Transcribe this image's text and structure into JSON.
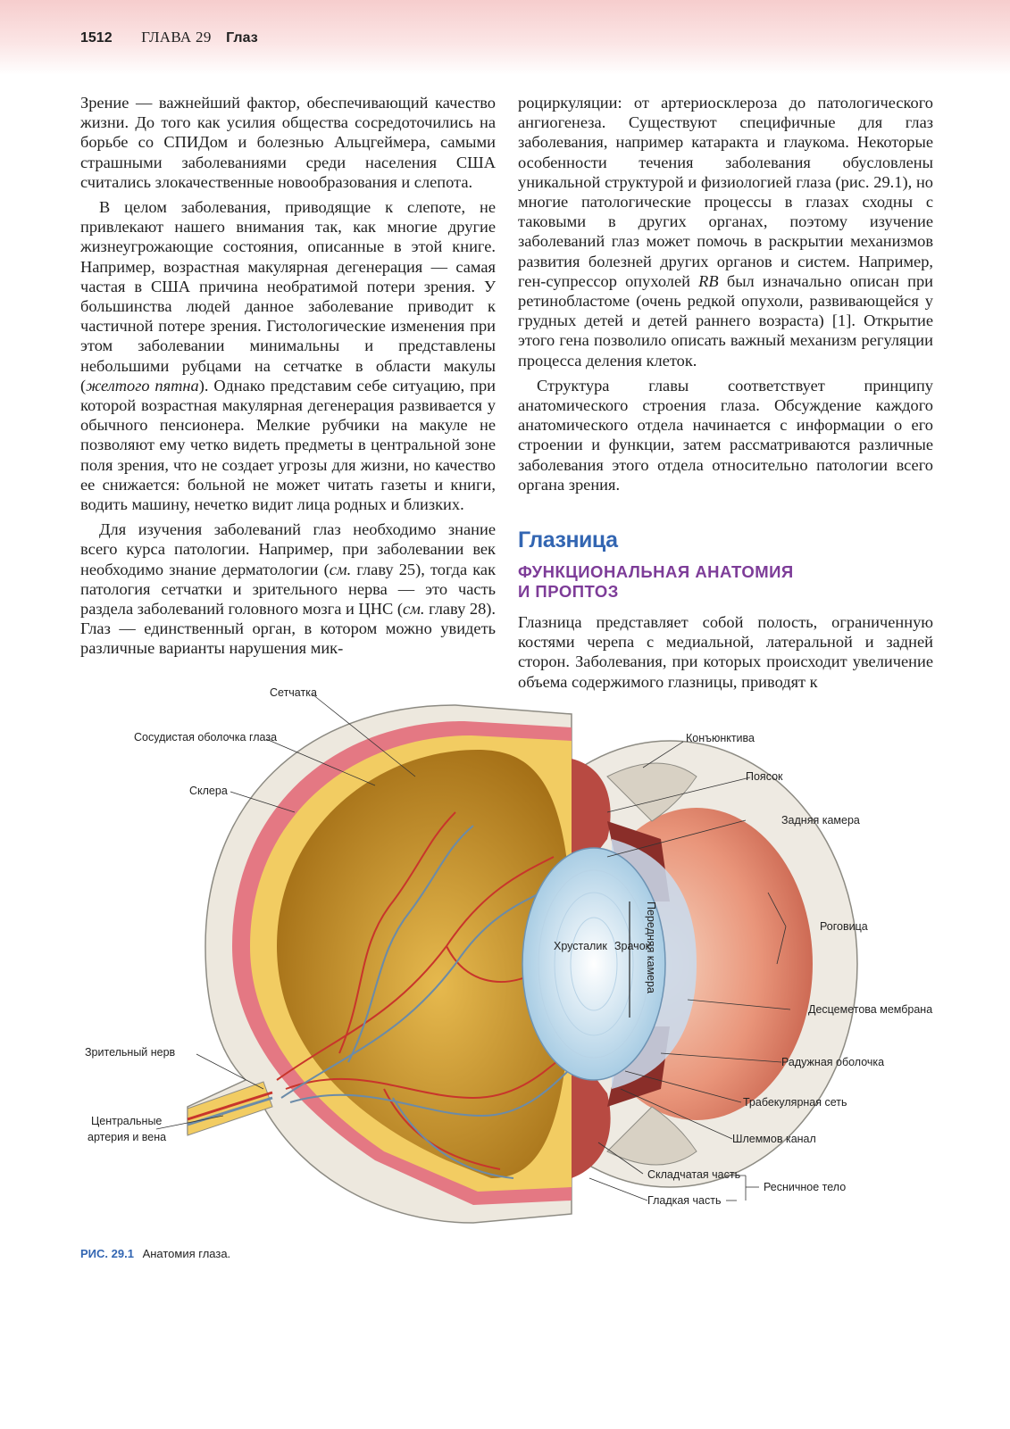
{
  "header": {
    "page_number": "1512",
    "chapter": "ГЛАВА 29",
    "chapter_name": "Глаз"
  },
  "left_column": {
    "p1": "Зрение — важнейший фактор, обеспечивающий качество жизни. До того как усилия общества сосредоточились на борьбе со СПИДом и болезнью Альцгеймера, самыми страшными заболеваниями среди населения США считались злокачественные новообразования и слепота.",
    "p2_a": "В целом заболевания, приводящие к слепоте, не привлекают нашего внимания так, как многие другие жизнеугрожающие состояния, описанные в этой книге. Например, возрастная макулярная дегенерация — самая частая в США причина необратимой потери зрения. У большинства людей данное заболевание приводит к частичной потере зрения. Гистологические изменения при этом заболевании минимальны и представлены небольшими рубцами на сетчатке в области макулы (",
    "p2_em": "желтого пятна",
    "p2_b": "). Однако представим себе ситуацию, при которой возрастная макулярная дегенерация развивается у обычного пенсионера. Мелкие рубчики на макуле не позволяют ему четко видеть предметы в центральной зоне поля зрения, что не создает угрозы для жизни, но качество ее снижается: больной не может читать газеты и книги, водить машину, нечетко видит лица родных и близких.",
    "p3_a": "Для изучения заболеваний глаз необходимо знание всего курса патологии. Например, при заболевании век необходимо знание дерматологии (",
    "p3_em1": "см.",
    "p3_b": " главу 25), тогда как патология сетчатки и зрительного нерва — это часть раздела заболеваний головного мозга и ЦНС (",
    "p3_em2": "см.",
    "p3_c": " главу 28). Глаз — единственный орган, в котором можно увидеть различные варианты нарушения мик-"
  },
  "right_column": {
    "p1_a": "роциркуляции: от артериосклероза до патологического ангиогенеза. Существуют специфичные для глаз заболевания, например катаракта и глаукома. Некоторые особенности течения заболевания обусловлены уникальной структурой и физиологией глаза (рис. 29.1), но многие патологические процессы в глазах сходны с таковыми в других органах, поэтому изучение заболеваний глаз может помочь в раскрытии механизмов развития болезней других органов и систем. Например, ген-супрессор опухолей ",
    "p1_em": "RB",
    "p1_b": " был изначально описан при ретинобластоме (очень редкой опухоли, развивающейся у грудных детей и детей раннего возраста) [1]. Открытие этого гена позволило описать важный механизм регуляции процесса деления клеток.",
    "p2": "Структура главы соответствует принципу анатомического строения глаза. Обсуждение каждого анатомического отдела начинается с информации о его строении и функции, затем рассматриваются различные заболевания этого отдела относительно патологии всего органа зрения.",
    "section_title": "Глазница",
    "subsection_title_1": "ФУНКЦИОНАЛЬНАЯ АНАТОМИЯ",
    "subsection_title_2": "И ПРОПТОЗ",
    "p3": "Глазница представляет собой полость, ограниченную костями черепа с медиальной, латеральной и задней сторон. Заболевания, при которых происходит увеличение объема содержимого глазницы, приводят к"
  },
  "figure": {
    "labels": {
      "retina": "Сетчатка",
      "choroid": "Сосудистая оболочка глаза",
      "sclera": "Склера",
      "optic_nerve": "Зрительный нерв",
      "central_vessels_1": "Центральные",
      "central_vessels_2": "артерия и вена",
      "conjunctiva": "Конъюнктива",
      "zonule": "Поясок",
      "posterior_chamber": "Задняя камера",
      "cornea": "Роговица",
      "descemet": "Десцеметова мембрана",
      "iris": "Радужная оболочка",
      "trabecular": "Трабекулярная сеть",
      "schlemm": "Шлеммов канал",
      "pars_plicata": "Складчатая часть",
      "pars_plana": "Гладкая часть",
      "ciliary_body": "Ресничное тело",
      "lens": "Хрусталик",
      "pupil": "Зрачок",
      "anterior_chamber": "Передняя камера"
    },
    "caption_number": "РИС. 29.1",
    "caption_text": "Анатомия глаза."
  }
}
